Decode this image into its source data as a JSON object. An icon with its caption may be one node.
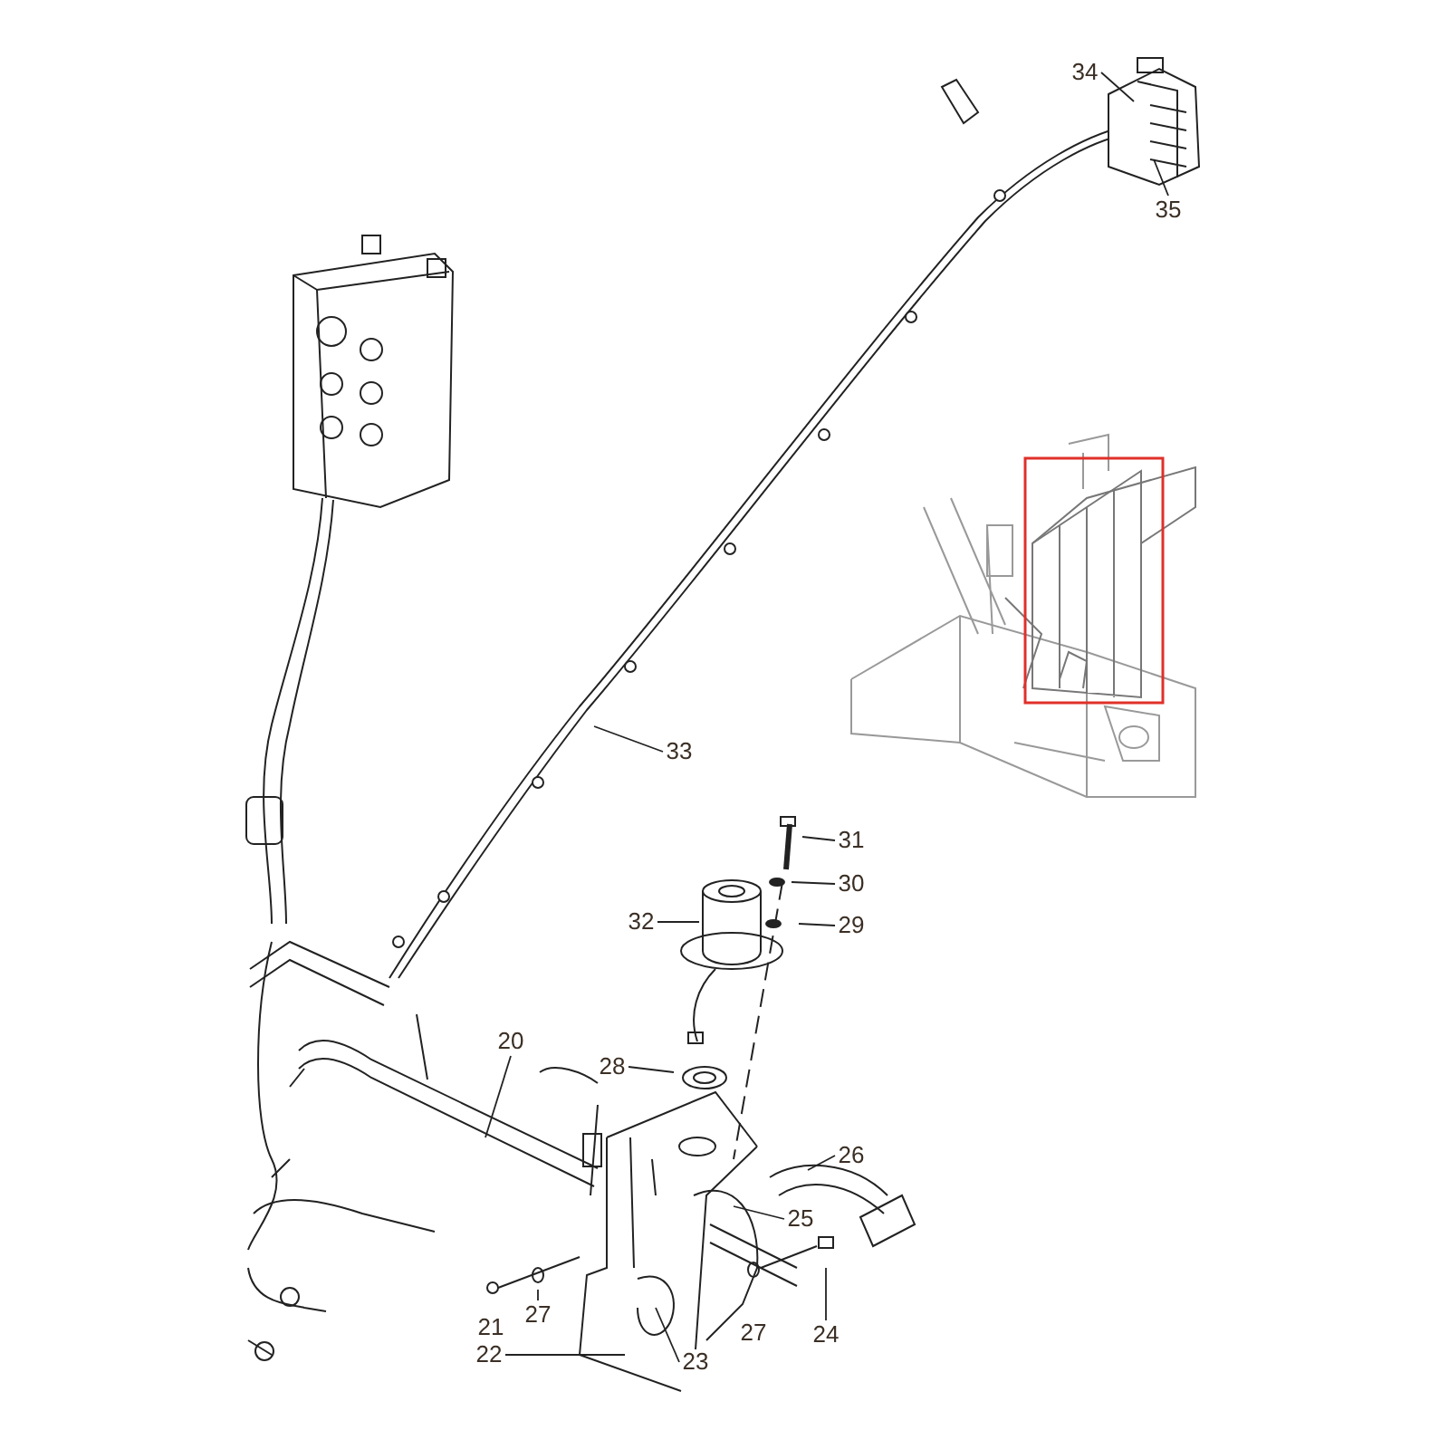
{
  "diagram": {
    "nodes": [
      {
        "text": [
          "34"
        ]
      },
      {
        "text": [
          "35"
        ]
      },
      {
        "text": [
          "33"
        ]
      },
      {
        "text": [
          "31"
        ]
      },
      {
        "text": [
          "30"
        ]
      },
      {
        "text": [
          "29"
        ]
      },
      {
        "text": [
          "32"
        ]
      },
      {
        "text": [
          "28"
        ]
      },
      {
        "text": [
          "20"
        ]
      },
      {
        "text": [
          "26"
        ]
      },
      {
        "text": [
          "25"
        ]
      },
      {
        "text": [
          "21"
        ]
      },
      {
        "text": [
          "27"
        ]
      },
      {
        "text": [
          "27"
        ]
      },
      {
        "text": [
          "24"
        ]
      },
      {
        "text": [
          "22"
        ]
      },
      {
        "text": [
          "23"
        ]
      }
    ],
    "edges": [
      {
        "from": 0,
        "to": null,
        "arrow": "none"
      },
      {
        "from": 1,
        "to": null,
        "arrow": "none"
      },
      {
        "from": 2,
        "to": null,
        "arrow": "none"
      },
      {
        "from": 3,
        "to": null,
        "arrow": "none"
      },
      {
        "from": 4,
        "to": null,
        "arrow": "none"
      },
      {
        "from": 5,
        "to": null,
        "arrow": "none"
      },
      {
        "from": 6,
        "to": null,
        "arrow": "none"
      },
      {
        "from": 7,
        "to": null,
        "arrow": "none"
      },
      {
        "from": 8,
        "to": null,
        "arrow": "none"
      },
      {
        "from": 9,
        "to": null,
        "arrow": "none"
      },
      {
        "from": 10,
        "to": null,
        "arrow": "none"
      },
      {
        "from": 12,
        "to": null,
        "arrow": "none"
      },
      {
        "from": 14,
        "to": null,
        "arrow": "none"
      },
      {
        "from": 15,
        "to": null,
        "arrow": "none"
      },
      {
        "from": 16,
        "to": null,
        "arrow": "none"
      }
    ]
  }
}
